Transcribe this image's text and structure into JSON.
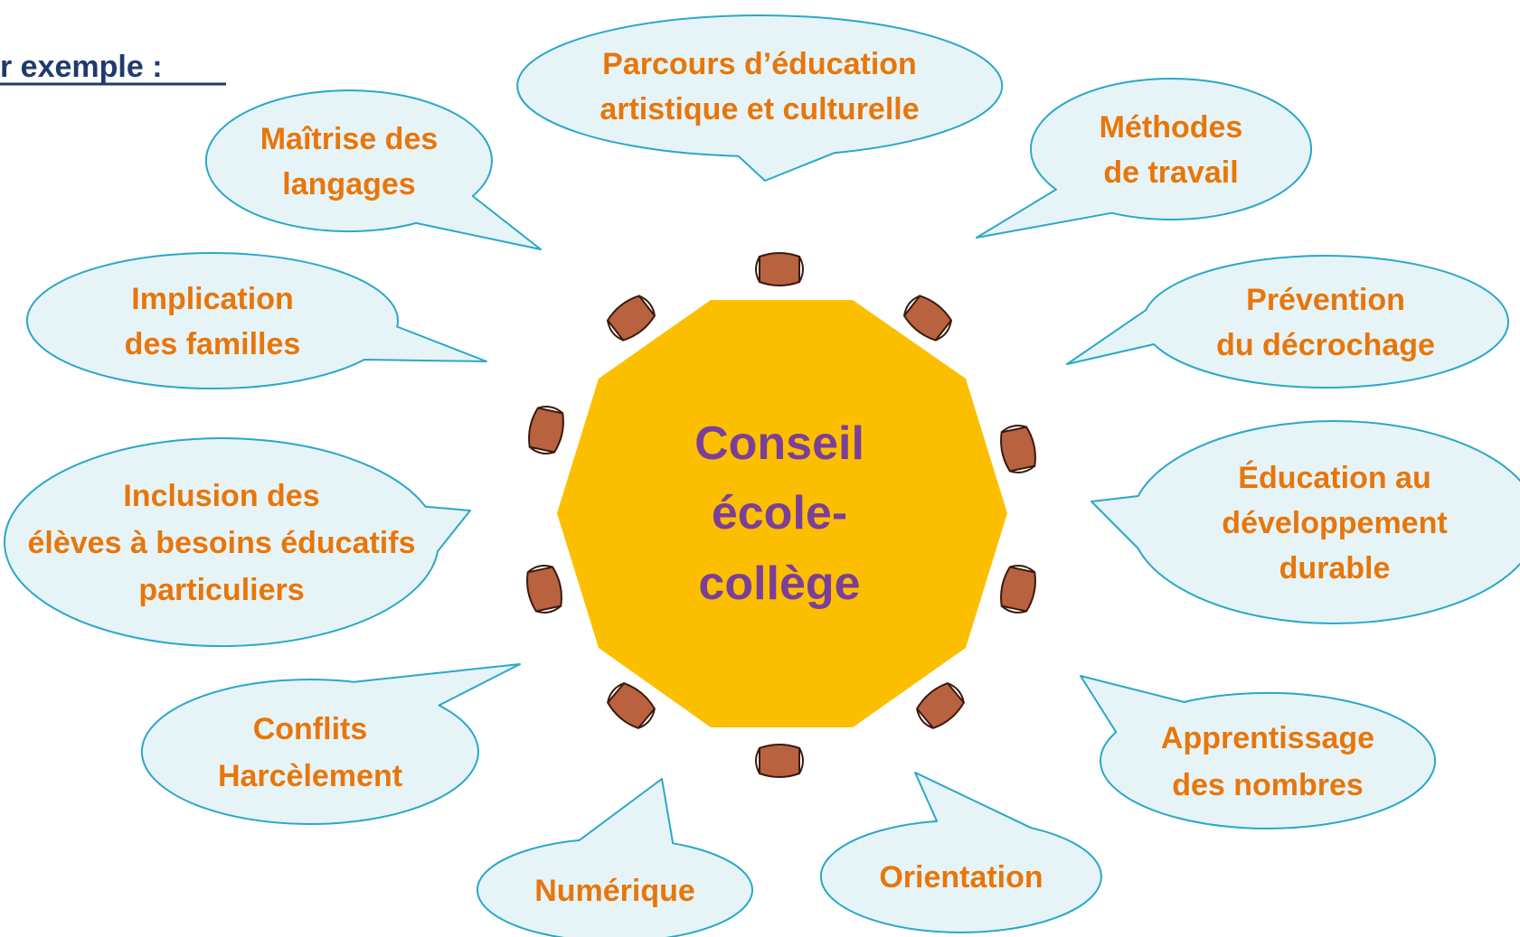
{
  "heading": "r exemple :",
  "center": {
    "lines": [
      "Conseil",
      "école-",
      "collège"
    ]
  },
  "colors": {
    "bubble_fill": "#e6f4f7",
    "bubble_stroke": "#2aa8c7",
    "bubble_text": "#e8760a",
    "center_fill": "#fcbf00",
    "center_text": "#7b3f98",
    "chair_fill": "#b8623f",
    "chair_stroke": "#3a1a0e",
    "heading_text": "#1f3a6e"
  },
  "topics": [
    {
      "id": "parcours",
      "lines": [
        "Parcours d’éducation",
        "artistique et culturelle"
      ]
    },
    {
      "id": "maitrise",
      "lines": [
        "Maîtrise des",
        "langages"
      ]
    },
    {
      "id": "methodes",
      "lines": [
        "Méthodes",
        "de travail"
      ]
    },
    {
      "id": "implication",
      "lines": [
        "Implication",
        "des familles"
      ]
    },
    {
      "id": "prevention",
      "lines": [
        "Prévention",
        "du décrochage"
      ]
    },
    {
      "id": "inclusion",
      "lines": [
        "Inclusion des",
        "élèves à besoins éducatifs",
        "particuliers"
      ]
    },
    {
      "id": "education-dd",
      "lines": [
        "Éducation au",
        "développement",
        "durable"
      ]
    },
    {
      "id": "conflits",
      "lines": [
        "Conflits",
        "Harcèlement"
      ]
    },
    {
      "id": "apprentissage",
      "lines": [
        "Apprentissage",
        "des nombres"
      ]
    },
    {
      "id": "numerique",
      "lines": [
        "Numérique"
      ]
    },
    {
      "id": "orientation",
      "lines": [
        "Orientation"
      ]
    }
  ]
}
